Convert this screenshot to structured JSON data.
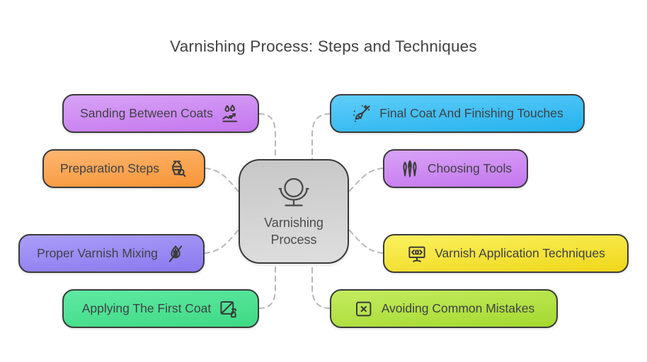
{
  "title": "Varnishing Process: Steps and Techniques",
  "center": {
    "label": "Varnishing Process",
    "icon": "mirror-icon",
    "fill_top": "#c7c7c7",
    "fill_bottom": "#dedede"
  },
  "nodes": [
    {
      "id": "sanding-between-coats",
      "label": "Sanding Between Coats",
      "icon": "droplets-surface-icon",
      "side": "left",
      "fill_top": "#d8a3f7",
      "fill_bottom": "#c476ee"
    },
    {
      "id": "preparation-steps",
      "label": "Preparation Steps",
      "icon": "jar-search-icon",
      "side": "left",
      "fill_top": "#fdb671",
      "fill_bottom": "#f79536"
    },
    {
      "id": "proper-varnish-mixing",
      "label": "Proper Varnish Mixing",
      "icon": "droplet-slash-icon",
      "side": "left",
      "fill_top": "#ab9ef8",
      "fill_bottom": "#8a78ee"
    },
    {
      "id": "applying-the-first-coat",
      "label": "Applying The First Coat",
      "icon": "spray-panel-icon",
      "side": "left",
      "fill_top": "#5fe9a2",
      "fill_bottom": "#3eda84"
    },
    {
      "id": "final-coat-and-finishing-touches",
      "label": "Final Coat And Finishing Touches",
      "icon": "broom-sparkles-icon",
      "side": "right",
      "fill_top": "#5fcdf8",
      "fill_bottom": "#25b2ef"
    },
    {
      "id": "choosing-tools",
      "label": "Choosing Tools",
      "icon": "brushes-icon",
      "side": "right",
      "fill_top": "#d8a3f7",
      "fill_bottom": "#c476ee"
    },
    {
      "id": "varnish-application-techniques",
      "label": "Varnish Application Techniques",
      "icon": "code-monitor-icon",
      "side": "right",
      "fill_top": "#fbf160",
      "fill_bottom": "#efd719"
    },
    {
      "id": "avoiding-common-mistakes",
      "label": "Avoiding Common Mistakes",
      "icon": "x-box-icon",
      "side": "right",
      "fill_top": "#c4ec5f",
      "fill_bottom": "#a4d92f"
    }
  ],
  "colors": {
    "border": "#3a3a3a",
    "node_text": "#3f4146",
    "title_text": "#424242",
    "connector": "#b8b8b8",
    "icon_stroke": "#3a3a3a",
    "background": "#ffffff"
  }
}
